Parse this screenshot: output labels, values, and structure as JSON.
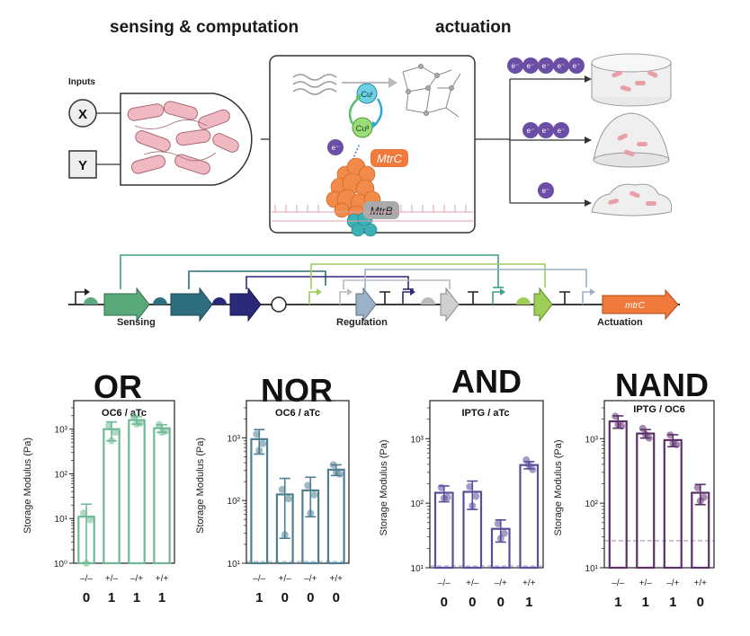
{
  "headers": {
    "sensing": "sensing & computation",
    "actuation": "actuation"
  },
  "inputs": {
    "label": "Inputs",
    "x": "X",
    "y": "Y"
  },
  "mechanism": {
    "cu1": "Cuᴵ",
    "cu2": "Cuᴵᴵ",
    "electron": "e⁻",
    "mtrc": "MtrC",
    "mtrb": "MtrB"
  },
  "actuation_rows": [
    {
      "electrons": [
        "e⁻",
        "e⁻",
        "e⁻",
        "e⁻",
        "e⁻"
      ]
    },
    {
      "electrons": [
        "e⁻",
        "e⁻",
        "e⁻"
      ]
    },
    {
      "electrons": [
        "e⁻"
      ]
    }
  ],
  "circuit": {
    "sensing": "Sensing",
    "regulation": "Regulation",
    "actuation": "Actuation",
    "gene": "mtrC"
  },
  "colors": {
    "or": "#6fba96",
    "nor": "#4f7f8f",
    "and": "#5b4d9b",
    "nand": "#5c2f6b"
  },
  "chart_data": [
    {
      "type": "bar",
      "gate": "OR",
      "title": "OC6 / aTc",
      "ylabel": "Storage Modulus (Pa)",
      "yscale": "log",
      "ylim": [
        1,
        3000
      ],
      "yticks": [
        "10⁰",
        "10¹",
        "10²",
        "10³"
      ],
      "categories": [
        "–/–",
        "+/–",
        "–/+",
        "+/+"
      ],
      "values": [
        11,
        1000,
        1600,
        1050
      ],
      "errors": [
        10,
        450,
        300,
        200
      ],
      "truth": [
        "0",
        "1",
        "1",
        "1"
      ]
    },
    {
      "type": "bar",
      "gate": "NOR",
      "title": "OC6 / aTc",
      "ylabel": "Storage Modulus (Pa)",
      "yscale": "log",
      "ylim": [
        10,
        3000
      ],
      "yticks": [
        "10¹",
        "10²",
        "10³"
      ],
      "categories": [
        "–/–",
        "+/–",
        "–/+",
        "+/+"
      ],
      "values": [
        950,
        125,
        145,
        310
      ],
      "errors": [
        400,
        100,
        90,
        60
      ],
      "truth": [
        "1",
        "0",
        "0",
        "0"
      ]
    },
    {
      "type": "bar",
      "gate": "AND",
      "title": "IPTG / aTc",
      "ylabel": "Storage Modulus (Pa)",
      "yscale": "log",
      "ylim": [
        10,
        3000
      ],
      "yticks": [
        "10¹",
        "10²",
        "10³"
      ],
      "categories": [
        "–/–",
        "+/–",
        "–/+",
        "+/+"
      ],
      "values": [
        145,
        150,
        40,
        390
      ],
      "errors": [
        40,
        70,
        15,
        50
      ],
      "truth": [
        "0",
        "0",
        "0",
        "1"
      ]
    },
    {
      "type": "bar",
      "gate": "NAND",
      "title": "IPTG / OC6",
      "ylabel": "Storage Modulus (Pa)",
      "yscale": "log",
      "ylim": [
        10,
        3000
      ],
      "yticks": [
        "10¹",
        "10²",
        "10³"
      ],
      "categories": [
        "–/–",
        "+/–",
        "–/+",
        "+/+"
      ],
      "values": [
        1850,
        1200,
        950,
        145
      ],
      "errors": [
        400,
        180,
        200,
        50
      ],
      "truth": [
        "1",
        "1",
        "1",
        "0"
      ]
    }
  ]
}
